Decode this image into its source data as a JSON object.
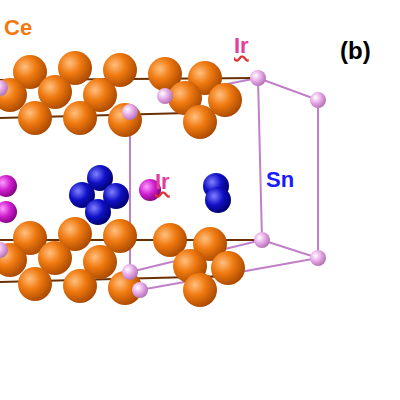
{
  "diagram": {
    "labels": [
      "Ce",
      "Ir",
      "(b)",
      "Ir",
      "Sn"
    ]
  }
}
